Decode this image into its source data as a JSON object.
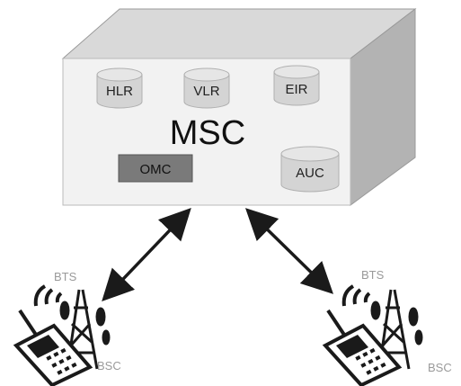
{
  "msc": {
    "title": "MSC",
    "databases": {
      "hlr": "HLR",
      "vlr": "VLR",
      "eir": "EIR",
      "auc": "AUC"
    },
    "omc": "OMC"
  },
  "sites": [
    {
      "bts_label": "BTS",
      "bsc_label": "BSC"
    },
    {
      "bts_label": "BTS",
      "bsc_label": "BSC"
    }
  ],
  "colors": {
    "box_front": "#f2f2f2",
    "box_top": "#d9d9d9",
    "box_side": "#b3b3b3",
    "cylinder": "#d4d4d4",
    "omc_fill": "#7a7a7a",
    "arrow": "#1a1a1a",
    "label_gray": "#9a9a9a"
  }
}
